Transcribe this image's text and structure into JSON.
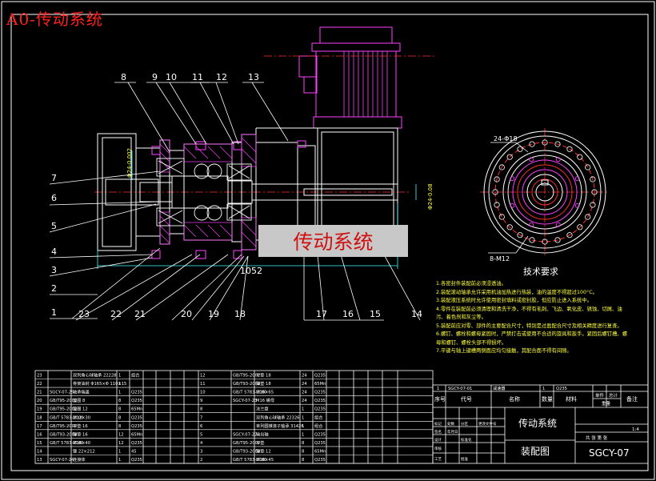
{
  "drawing": {
    "tag": "A0-传动系统",
    "overlay_label": "传动系统",
    "dimension_length": "1052",
    "dimension_dia_left": "Φ24-0.002",
    "dimension_dia_shaft": "Φ24-0.08",
    "hole_note": "24-Φ18",
    "bolt_note": "8-M12",
    "part_numbers_top": [
      "8",
      "9",
      "10",
      "11",
      "12",
      "13"
    ],
    "part_numbers_left": [
      "7",
      "6",
      "5",
      "4",
      "3",
      "2",
      "1"
    ],
    "part_numbers_bottom": [
      "23",
      "22",
      "21",
      "20",
      "19",
      "18",
      "17",
      "16",
      "15",
      "14"
    ]
  },
  "tech": {
    "title": "技术要求",
    "requirements": [
      "1.各密封件装配前必须浸透油。",
      "2.装配滚动轴承允许采用机油加热进行热装，油的温度不得超过100°C。",
      "3.装配液压系统时允许使用密封填料或密封胶，但应防止进入系统中。",
      "4.零件在装配前必须清理和清洗干净，不得有毛刺、飞边、氧化皮、锈蚀、切屑、油",
      "  污、着色剂和灰尘等。",
      "5.装配前应对零、部件的主要配合尺寸，特别是过盈配合尺寸及相关精度进行复查。",
      "6.螺钉、螺栓和螺母紧固时，严禁打击或使用不合适的旋具和扳手。紧固后螺钉槽、螺",
      "  母和螺钉、螺栓头部不得损坏。",
      "7.平键与轴上键槽两侧面应均匀接触，其配合面不得有间隙。"
    ]
  },
  "bom": {
    "rows_left": [
      [
        "23",
        "",
        "双列角心球轴承 22228",
        "1",
        "组合",
        ""
      ],
      [
        "22",
        "",
        "骨架油封 Φ165×Φ 110×15",
        "1",
        "",
        "",
        ""
      ],
      [
        "21",
        "SGCY-07-25",
        "轴承端盖",
        "1",
        "Q235",
        ""
      ],
      [
        "20",
        "GB/T95-2002",
        "垫圈 8",
        "8",
        "Q235",
        ""
      ],
      [
        "19",
        "GB/T95-2002",
        "垫圈 12",
        "8",
        "65Mn",
        ""
      ],
      [
        "18",
        "GB/T 5783-2000",
        "M12×30",
        "8",
        "Q235",
        ""
      ],
      [
        "17",
        "GB/T95-2002",
        "平垫 16",
        "8",
        "Q235",
        ""
      ],
      [
        "16",
        "GB/T93-2002",
        "弹垫 16",
        "12",
        "65Mn",
        ""
      ],
      [
        "15",
        "GB/T 5783-2000",
        "M16×40",
        "12",
        "Q235",
        ""
      ],
      [
        "14",
        "",
        "键 22×212",
        "1",
        "45",
        ""
      ],
      [
        "13",
        "SGCY-07-24",
        "连接体",
        "1",
        "Q235",
        ""
      ]
    ],
    "rows_right": [
      [
        "12",
        "GB/T95-2002",
        "平垫 18",
        "24",
        "Q235",
        ""
      ],
      [
        "11",
        "GB/T93-2002",
        "弹垫 18",
        "24",
        "65Mn",
        ""
      ],
      [
        "10",
        "GB/T 5783-2000",
        "M16×65",
        "24",
        "Q235",
        ""
      ],
      [
        "9",
        "SGCY-07-23",
        "M16 螺母",
        "24",
        "Q235",
        ""
      ],
      [
        "8",
        "",
        "法兰盘",
        "1",
        "Q235",
        ""
      ],
      [
        "7",
        "",
        "双列角心球轴承 22326",
        "1",
        "组合",
        ""
      ],
      [
        "6",
        "",
        "单列圆锥滚子轴承 31426",
        "1",
        "组合",
        ""
      ],
      [
        "5",
        "SGCY-07-22",
        "输出轴",
        "1",
        "Q235",
        ""
      ],
      [
        "4",
        "GB/T95-2002",
        "平垫",
        "8",
        "Q235",
        ""
      ],
      [
        "3",
        "GB/T93-2002",
        "弹垫 12",
        "8",
        "65Mn",
        ""
      ],
      [
        "2",
        "GB/T 5783-2000",
        "M16×45",
        "8",
        "Q235",
        ""
      ]
    ],
    "row_top_right": [
      "1",
      "SGCY-07-01",
      "减速器",
      "1",
      "Q235",
      ""
    ],
    "header": [
      "序号",
      "代号",
      "名称",
      "数量",
      "材料",
      "单件",
      "总计",
      "备注"
    ],
    "header_weight": "重量"
  },
  "title_block": {
    "name": "传动系统",
    "subtitle": "装配图",
    "drawing_no": "SGCY-07",
    "scale": "1:4",
    "sheet": "共 张 第 张",
    "labels": [
      "标记",
      "处数",
      "分区",
      "更改文件号",
      "签名",
      "年月日",
      "设计",
      "标准化",
      "审核",
      "工艺",
      "批准"
    ]
  },
  "colors": {
    "background": "#000000",
    "frame": "#ffffff",
    "part_outline": "#ffffff",
    "hatch": "#ff40ff",
    "motor": "#ff40ff",
    "centerline": "#ff3030",
    "dimension": "#40ffff",
    "leader": "#ffffff",
    "text_notes": "#ffff40",
    "tag": "#ff2020"
  }
}
